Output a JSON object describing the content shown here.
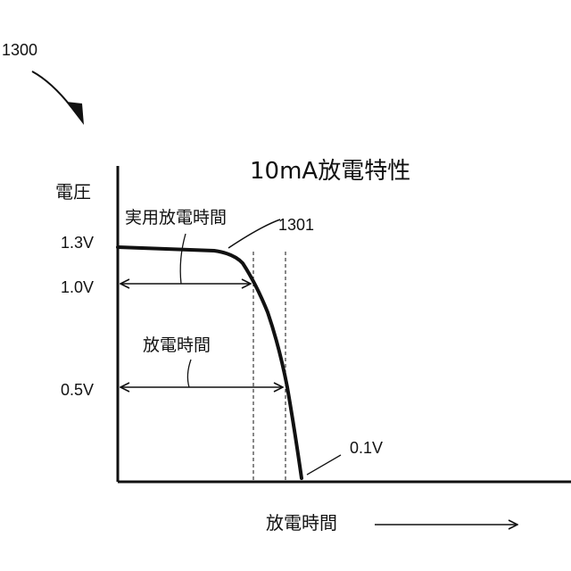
{
  "figure": {
    "ref_number": "1300",
    "title": "10mA放電特性",
    "y_axis_label": "電圧",
    "x_axis_label": "放電時間",
    "curve_ref": "1301",
    "ticks": {
      "v13": "1.3V",
      "v10": "1.0V",
      "v05": "0.5V"
    },
    "end_label": "0.1V",
    "practical_time_label": "実用放電時間",
    "discharge_time_label": "放電時間"
  }
}
